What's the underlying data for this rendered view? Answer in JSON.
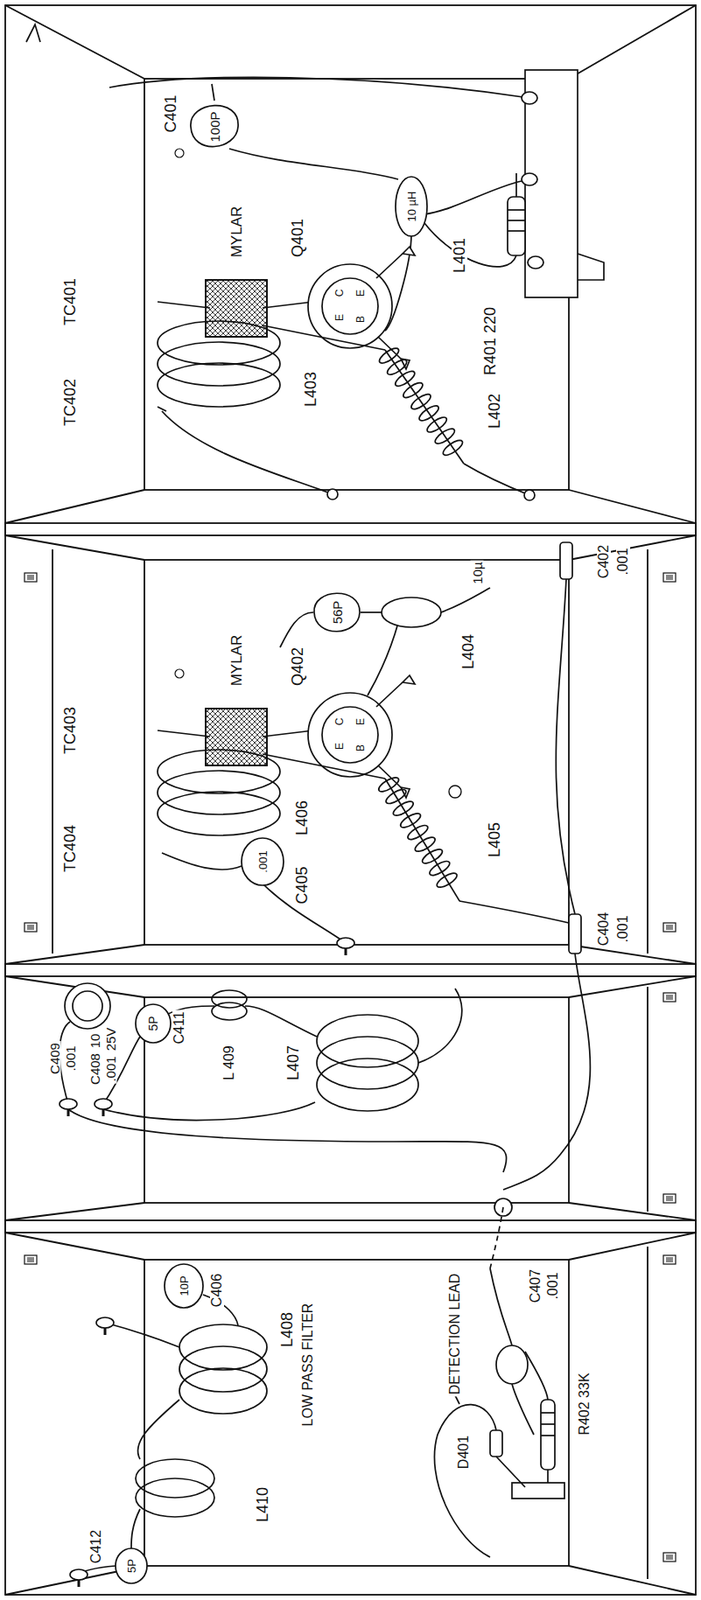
{
  "diagram": {
    "labels": [
      "TC401",
      "TC402",
      "MYLAR",
      "Q401",
      "C",
      "E",
      "E",
      "B",
      "L403",
      "C401",
      "100P",
      "10 µH",
      "L401",
      "R401 220",
      "L402",
      "TC403",
      "TC404",
      "MYLAR",
      "Q402",
      "C",
      "E",
      "E",
      "B",
      "56P",
      "10µ",
      "L404",
      "C402",
      ".001",
      "L406",
      "L405",
      "C405",
      ".001",
      "C404",
      ".001",
      "C409",
      ".001",
      "C408",
      "10",
      ".001",
      "25V",
      "5P",
      "C411",
      "L 409",
      "L407",
      "C406",
      "10P",
      "L408",
      "LOW PASS FILTER",
      "C412",
      "5P",
      "L410",
      "DETECTION LEAD",
      "D401",
      "C407",
      ".001",
      "R402 33K"
    ]
  }
}
